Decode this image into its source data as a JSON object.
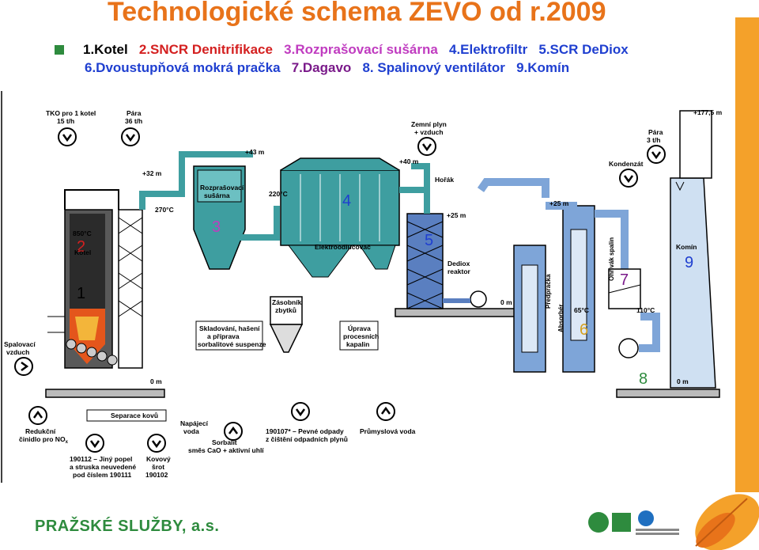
{
  "title": "Technologické schema ZEVO od r.2009",
  "legend": {
    "i1": "1.Kotel",
    "i2": "2.SNCR Denitrifikace",
    "i3": "3.Rozprašovací sušárna",
    "i4": "4.Elektrofiltr",
    "i5": "5.SCR DeDiox",
    "i6": "6.Dvoustupňová mokrá pračka",
    "i7": "7.Dagavo",
    "i8": "8. Spalinový ventilátor",
    "i9": "9.Komín"
  },
  "numbers": [
    "1",
    "2",
    "3",
    "4",
    "5",
    "6",
    "7",
    "8",
    "9"
  ],
  "diagram": {
    "tko": "TKO pro 1 kotel",
    "tko_rate": "15 t/h",
    "steam": "Pára",
    "steam_rate": "36 t/h",
    "gas": "Zemní plyn",
    "gas2": "+ vzduch",
    "h43": "+43 m",
    "h40": "+40 m",
    "h32": "+32 m",
    "h25a": "+25 m",
    "h25b": "+25 m",
    "h177": "+177,5 m",
    "steam2": "Pára",
    "steam2_rate": "3 t/h",
    "condensate": "Kondenzát",
    "burner": "Hořák",
    "dryer1": "Rozprašovací",
    "dryer2": "sušárna",
    "t220": "220°C",
    "t270": "270°C",
    "t850": "850°C",
    "boiler": "Kotel",
    "esp": "Elektroodlučovač",
    "dediox1": "Dediox",
    "dediox2": "reaktor",
    "prewash": "Předpračka",
    "absorber": "Absorbér",
    "reheater": "Ohřívák spalin",
    "stack": "Komín",
    "t65": "65°C",
    "t110": "110°C",
    "m0a": "0 m",
    "m0b": "0 m",
    "m0c": "0 m",
    "air1": "Spalovací",
    "air2": "vzduch",
    "bin1": "Zásobník",
    "bin2": "zbytků",
    "store1": "Skladování, hašení",
    "store2": "a příprava",
    "store3": "sorbalitové suspenze",
    "treat1": "Úprava",
    "treat2": "procesních",
    "treat3": "kapalin",
    "sep": "Separace kovů",
    "red1": "Redukční",
    "red2": "činidlo pro NO",
    "red2sub": "x",
    "feed1": "Napájecí",
    "feed2": "voda",
    "sorb1": "Sorbalit",
    "sorb2": "směs CaO + aktivní uhlí",
    "waste1": "190107* – Pevné odpady",
    "waste2": "z čištění odpadních plynů",
    "water": "Průmyslová voda",
    "ash1": "190112 – Jiný popel",
    "ash2": "a struska neuvedené",
    "ash3": "pod číslem 190111",
    "scrap1": "Kovový",
    "scrap2": "šrot",
    "scrap3": "190102"
  },
  "footer": {
    "company": "PRAŽSKÉ SLUŽBY, a.s."
  },
  "colors": {
    "title": "#e8731a",
    "teal": "#3e9ea0",
    "blue": "#7ea5d8",
    "darkblue": "#5a7fc0",
    "boiler": "#e4561c",
    "green": "#2e8b3e"
  }
}
